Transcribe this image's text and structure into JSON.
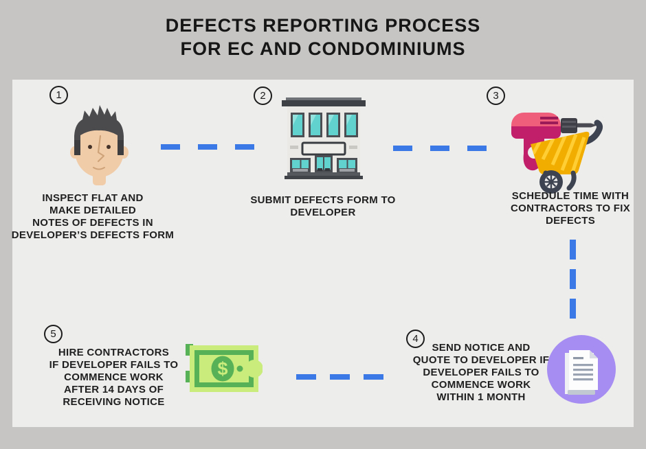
{
  "title": {
    "line1": "DEFECTS REPORTING PROCESS",
    "line2": "FOR EC AND CONDOMINIUMS"
  },
  "steps": [
    {
      "number": "1",
      "icon": "man-face-icon",
      "lines": [
        "INSPECT FLAT AND",
        "MAKE DETAILED",
        "NOTES OF DEFECTS IN",
        "DEVELOPER’S DEFECTS FORM"
      ]
    },
    {
      "number": "2",
      "icon": "building-icon",
      "lines": [
        "SUBMIT DEFECTS FORM TO",
        "DEVELOPER"
      ]
    },
    {
      "number": "3",
      "icon": "drill-and-wheelbarrow-icon",
      "lines": [
        "SCHEDULE TIME WITH",
        "CONTRACTORS TO FIX",
        "DEFECTS"
      ]
    },
    {
      "number": "4",
      "icon": "notice-document-icon",
      "lines": [
        "SEND NOTICE AND",
        "QUOTE TO DEVELOPER IF",
        "DEVELOPER FAILS TO",
        "COMMENCE WORK",
        "WITHIN 1 MONTH"
      ]
    },
    {
      "number": "5",
      "icon": "money-icon",
      "lines": [
        "HIRE CONTRACTORS",
        "IF DEVELOPER FAILS TO",
        "COMMENCE WORK",
        "AFTER 14 DAYS OF",
        "RECEIVING NOTICE"
      ]
    }
  ],
  "money_symbol": "$",
  "colors": {
    "background": "#c6c5c3",
    "panel": "#ededec",
    "connector_blue": "#3b79e6",
    "text": "#1f1f1f",
    "purple_circle": "#a68df1",
    "money_green": "#57b257",
    "money_light_green": "#c9ec7d",
    "drill_pink": "#ef5f7b",
    "drill_magenta": "#c21f6b",
    "wheelbarrow_yellow": "#f2ae00",
    "window_teal": "#62d2cf",
    "hair_gray": "#4b4b4d",
    "skin_tan": "#f1cca9"
  }
}
